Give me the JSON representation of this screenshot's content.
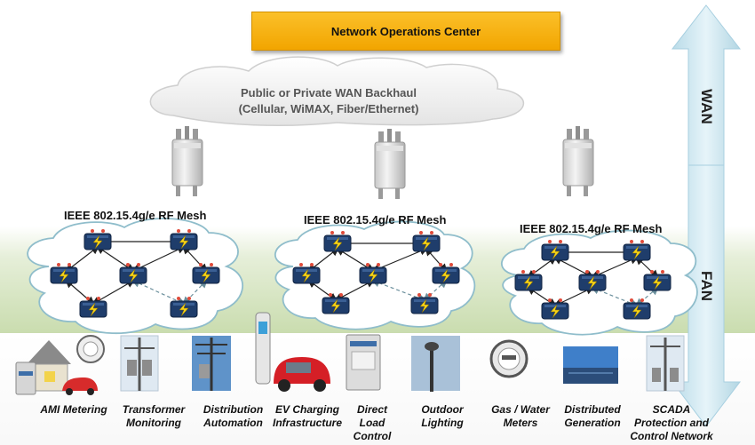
{
  "noc": {
    "title": "Network Operations Center"
  },
  "wan": {
    "line1": "Public or Private WAN Backhaul",
    "line2": "(Cellular, WiMAX, Fiber/Ethernet)"
  },
  "meshes": [
    {
      "label": "IEEE 802.15.4g/e RF Mesh"
    },
    {
      "label": "IEEE 802.15.4g/e RF Mesh"
    },
    {
      "label": "IEEE 802.15.4g/e RF Mesh"
    }
  ],
  "side": {
    "wan": "WAN",
    "fan": "FAN"
  },
  "applications": [
    {
      "line1": "AMI Metering",
      "line2": "",
      "line3": ""
    },
    {
      "line1": "Transformer",
      "line2": "Monitoring",
      "line3": ""
    },
    {
      "line1": "Distribution",
      "line2": "Automation",
      "line3": ""
    },
    {
      "line1": "EV Charging",
      "line2": "Infrastructure",
      "line3": ""
    },
    {
      "line1": "Direct",
      "line2": "Load",
      "line3": "Control"
    },
    {
      "line1": "Outdoor",
      "line2": "Lighting",
      "line3": ""
    },
    {
      "line1": "Gas / Water",
      "line2": "Meters",
      "line3": ""
    },
    {
      "line1": "Distributed",
      "line2": "Generation",
      "line3": ""
    },
    {
      "line1": "SCADA",
      "line2": "Protection and",
      "line3": "Control Network"
    }
  ],
  "colors": {
    "noc": "#f4ad0e",
    "arrow": "#c9e3ee",
    "fan_band": "#c9dcae",
    "node_bolt": "#f7d417"
  }
}
